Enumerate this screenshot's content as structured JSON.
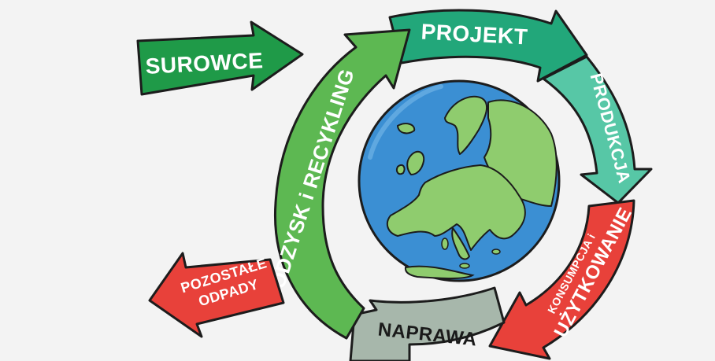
{
  "diagram": {
    "stages": {
      "surowce": "SUROWCE",
      "projekt": "PROJEKT",
      "produkcja": "PRODUKCJA",
      "konsumpcja_line1": "KONSUMPCJA i",
      "konsumpcja_line2": "UŻYTKOWANIE",
      "naprawa": "NAPRAWA",
      "odzysk": "ODZYSK i RECYKLING",
      "odpady_line1": "POZOSTAŁE",
      "odpady_line2": "ODPADY"
    },
    "colors": {
      "background": "#f3f3f3",
      "surowce": "#1f9a48",
      "projekt": "#22a77a",
      "produkcja": "#57c7a6",
      "konsumpcja": "#e8413a",
      "naprawa": "#a7b7ab",
      "odzysk": "#5db852",
      "odpady": "#e8413a",
      "ocean": "#3b8fd3",
      "land": "#8fcc6e"
    },
    "center_icon": "europe-globe-icon"
  }
}
